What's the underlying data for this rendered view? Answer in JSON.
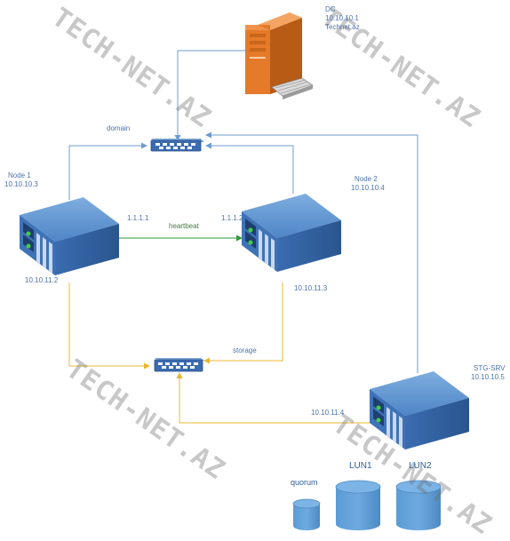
{
  "dc": {
    "name": "DC",
    "ip": "10.10.10.1",
    "domain": "Technet.az"
  },
  "labels": {
    "domain": "domain",
    "heartbeat": "heartbeat",
    "storage": "storage"
  },
  "node1": {
    "name": "Node 1",
    "ip_lan": "10.10.10.3",
    "ip_hb": "1.1.1.1",
    "ip_storage": "10.10.11.2"
  },
  "node2": {
    "name": "Node 2",
    "ip_lan": "10.10.10.4",
    "ip_hb": "1.1.1.2",
    "ip_storage": "10.10.11.3"
  },
  "storage_server": {
    "name": "STG-SRV",
    "ip_lan": "10.10.10.5",
    "ip_storage": "10.10.11.4"
  },
  "disks": {
    "quorum": "quorum",
    "lun1": "LUN1",
    "lun2": "LUN2"
  },
  "watermark": "TECH-NET.AZ",
  "colors": {
    "domain_link": "#6e9bd0",
    "heartbeat_link": "#2e9a3a",
    "storage_link": "#e8b830",
    "server_top": "#5d90cc",
    "server_front": "#3f73b8",
    "dc_orange": "#e47a2a",
    "disk": "#5b9bd5"
  }
}
